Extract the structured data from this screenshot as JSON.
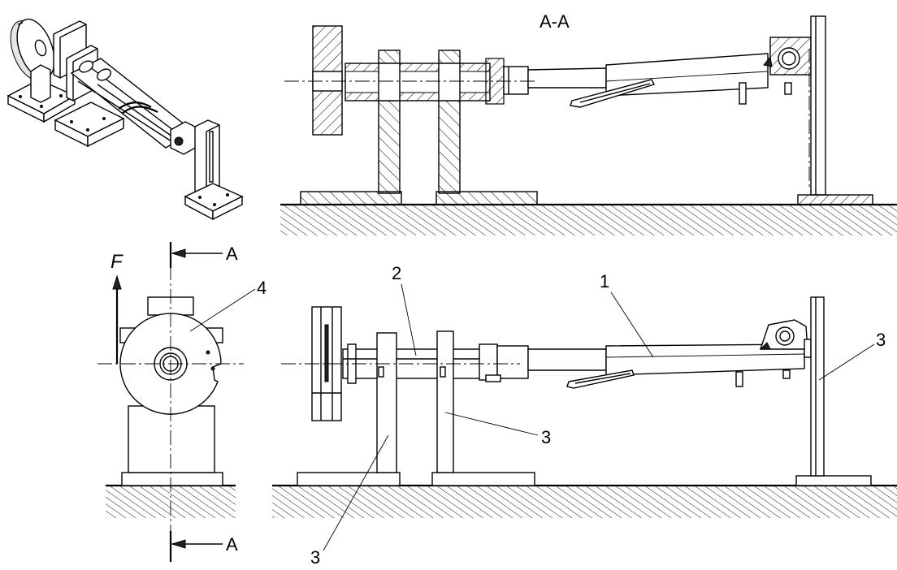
{
  "section_title": "A-A",
  "force_label": "F",
  "section_marks": [
    "A",
    "A"
  ],
  "part_labels": [
    "1",
    "2",
    "3",
    "3",
    "3",
    "4"
  ]
}
